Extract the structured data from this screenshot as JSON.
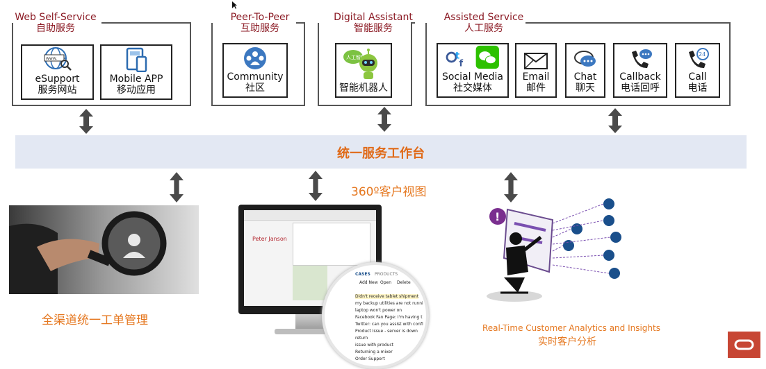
{
  "groups": [
    {
      "en": "Web Self-Service",
      "cn": "自助服务"
    },
    {
      "en": "Peer-To-Peer",
      "cn": "互助服务"
    },
    {
      "en": "Digital Assistant",
      "cn": "智能服务"
    },
    {
      "en": "Assisted Service",
      "cn": "人工服务"
    }
  ],
  "tiles": {
    "esupport": {
      "en": "eSupport",
      "cn": "服务网站",
      "icon": "globe-icon"
    },
    "mobile": {
      "en": "Mobile APP",
      "cn": "移动应用",
      "icon": "tablet-phone-icon"
    },
    "community": {
      "en": "Community",
      "cn": "社区",
      "icon": "people-icon"
    },
    "robot": {
      "cn": "智能机器人",
      "icon": "robot-icon"
    },
    "social": {
      "en": "Social Media",
      "cn": "社交媒体",
      "icon": "social-media-icon"
    },
    "email": {
      "en": "Email",
      "cn": "邮件",
      "icon": "envelope-icon"
    },
    "chat": {
      "en": "Chat",
      "cn": "聊天",
      "icon": "chat-bubble-icon"
    },
    "callback": {
      "en": "Callback",
      "cn": "电话回呼",
      "icon": "phone-callback-icon"
    },
    "call": {
      "en": "Call",
      "cn": "电话",
      "icon": "phone-24-icon"
    }
  },
  "robot_bubble": "人工智能",
  "band_title": "统一服务工作台",
  "view360_title": "360º客户视图",
  "ticket_label": "全渠道统一工单管理",
  "analytics_en": "Real-Time Customer Analytics and Insights",
  "analytics_cn": "实时客户分析",
  "crm": {
    "customer_name": "Peter Janson",
    "tabs": [
      "CASES",
      "PRODUCTS"
    ],
    "actions": [
      "Add New",
      "Open",
      "Delete"
    ],
    "cases": [
      "Didn't receive tablet shipment",
      "my backup utilities are not runni",
      "laptop won't power on",
      "Facebook Fan Page: I'm having t",
      "Twitter: can you assist with confi",
      "Product Issue - server is down",
      "return",
      "issue with product",
      "Returning a mixer",
      "Order Support"
    ]
  },
  "colors": {
    "accent": "#e5771f",
    "title_red": "#8b1a24",
    "band": "#e3e8f3",
    "oracle": "#c74634"
  }
}
